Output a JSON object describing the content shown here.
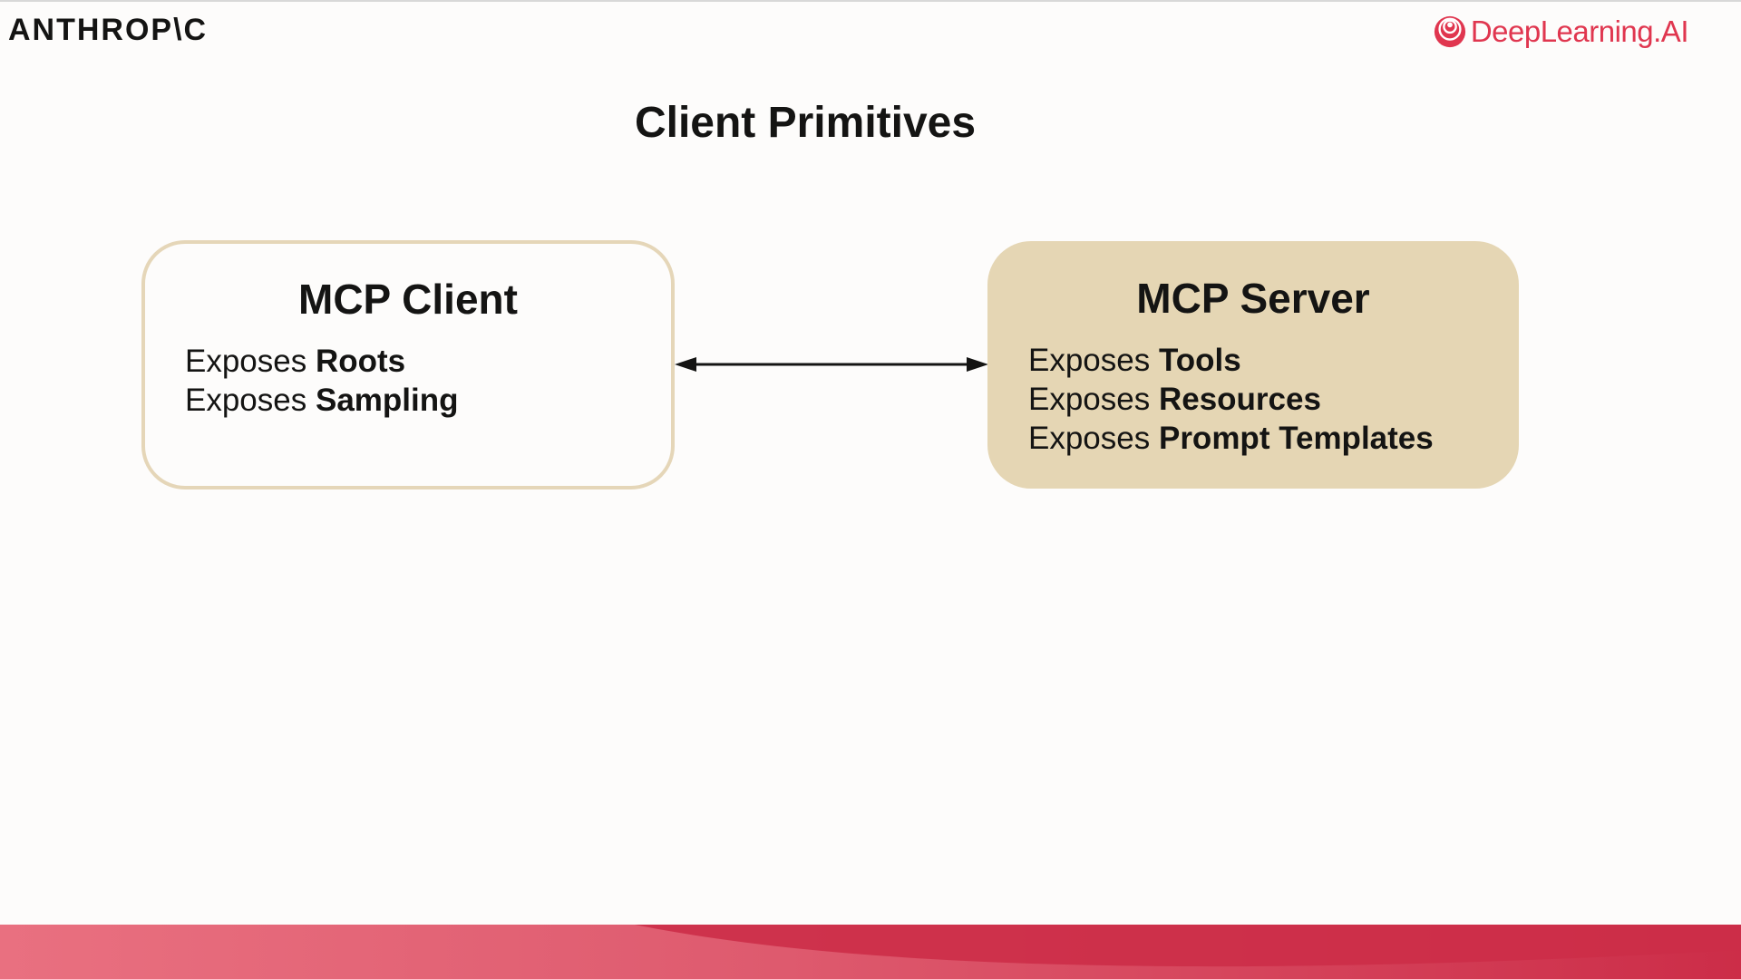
{
  "header": {
    "left_logo_text": "ANTHROP\\C",
    "right_logo_text": "DeepLearning.AI",
    "right_logo_icon": "deeplearning-ai-logo-icon"
  },
  "title": "Client Primitives",
  "client": {
    "title": "MCP Client",
    "items": [
      {
        "lead": "Exposes ",
        "key": "Roots"
      },
      {
        "lead": "Exposes ",
        "key": "Sampling"
      }
    ]
  },
  "server": {
    "title": "MCP Server",
    "items": [
      {
        "lead": "Exposes ",
        "key": "Tools"
      },
      {
        "lead": "Exposes ",
        "key": "Resources"
      },
      {
        "lead": "Exposes ",
        "key": "Prompt Templates"
      }
    ]
  },
  "colors": {
    "client_border": "#e5d6b8",
    "server_fill": "#e5d6b4",
    "brand_red": "#e0364f",
    "footer_left": "#e97080",
    "footer_right": "#cc2d48"
  },
  "connector": {
    "direction": "bidirectional"
  }
}
